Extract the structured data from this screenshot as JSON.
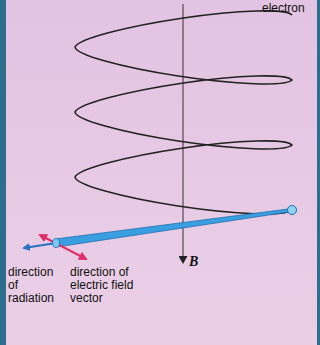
{
  "diagram": {
    "labels": [
      "electron",
      "B",
      "direction of radiation",
      "direction of electric field vector"
    ]
  }
}
